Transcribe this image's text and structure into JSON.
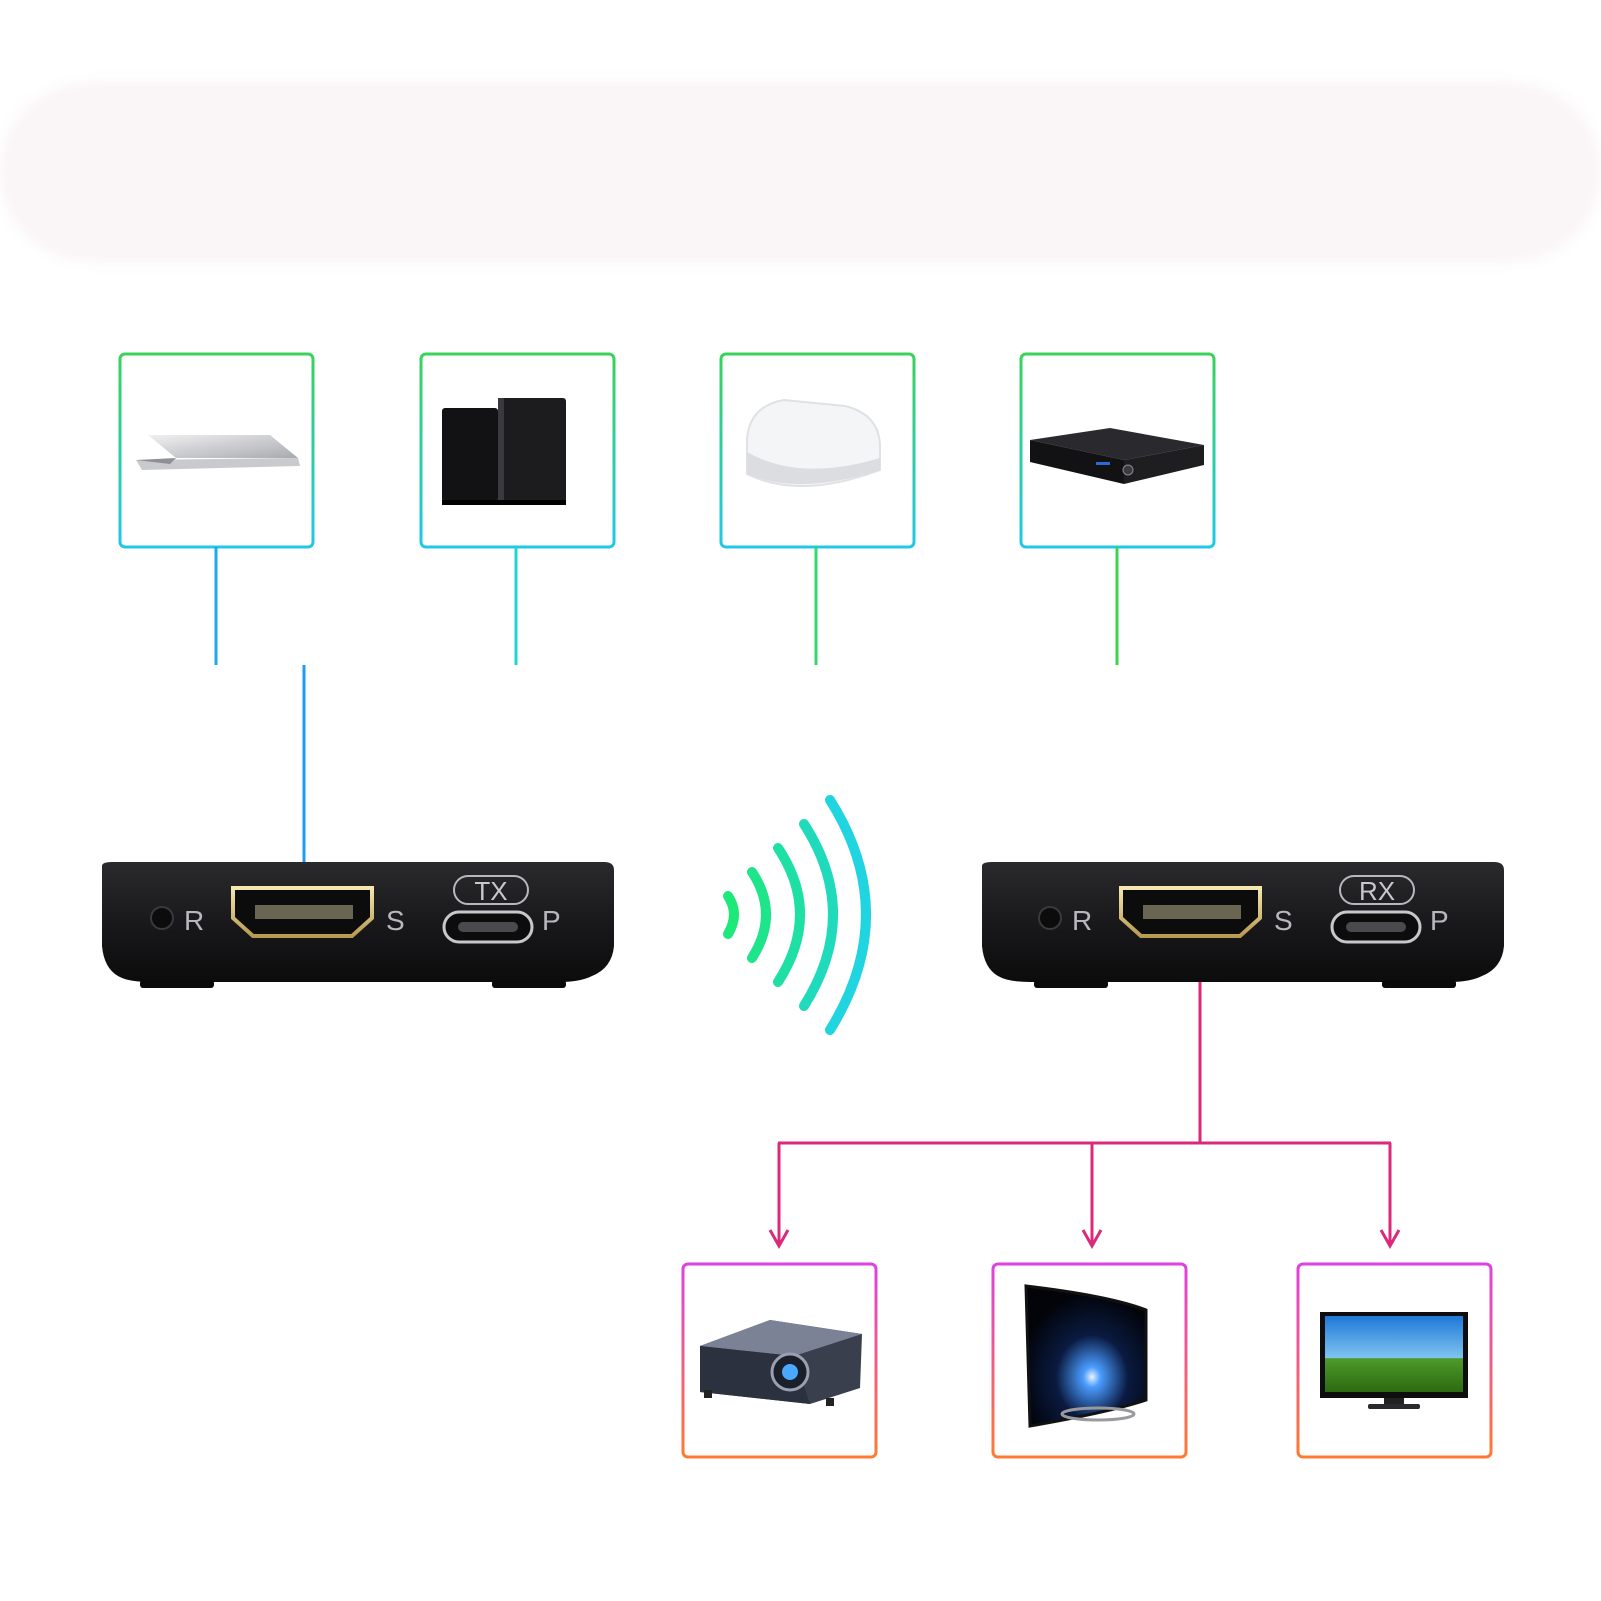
{
  "transmitter": {
    "badge": "TX",
    "reset_label": "R",
    "hdmi_label": "S",
    "power_label": "P"
  },
  "receiver": {
    "badge": "RX",
    "reset_label": "R",
    "hdmi_label": "S",
    "power_label": "P"
  },
  "sources": [
    {
      "icon": "laptop-icon"
    },
    {
      "icon": "game-console-icon"
    },
    {
      "icon": "tv-box-icon"
    },
    {
      "icon": "dvd-player-icon"
    }
  ],
  "displays": [
    {
      "icon": "projector-icon"
    },
    {
      "icon": "curved-tv-icon"
    },
    {
      "icon": "flat-tv-icon"
    }
  ],
  "colors": {
    "source_line_start": "#1e9cf0",
    "source_line_end": "#3ed34e",
    "display_line": "#dc2a7a",
    "display_border_top": "#e040e0",
    "display_border_bottom": "#ff7a30",
    "wireless_inner": "#1de87a",
    "wireless_outer": "#20d4e0",
    "device_body": "#1a1a1c"
  }
}
